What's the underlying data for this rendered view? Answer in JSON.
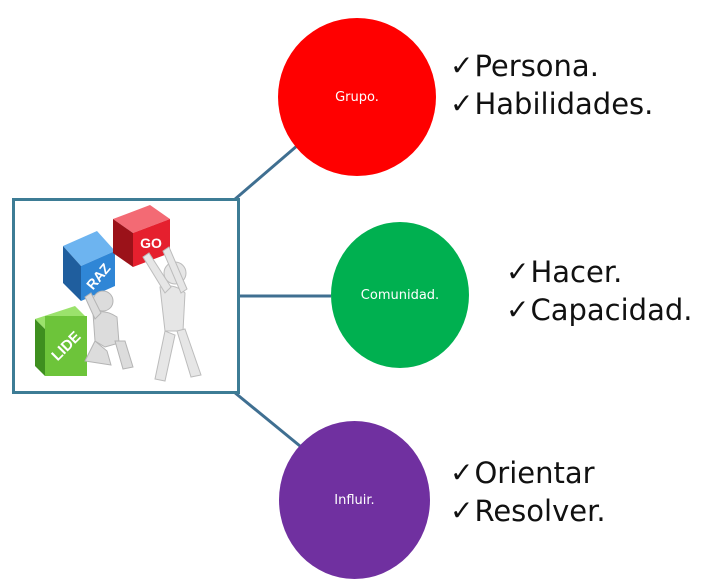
{
  "image": {
    "cubes": [
      {
        "label": "LIDE",
        "color": "#6dc43a"
      },
      {
        "label": "RAZ",
        "color": "#2f86d6"
      },
      {
        "label": "GO",
        "color": "#e5202e"
      }
    ]
  },
  "nodes": [
    {
      "label": "Grupo.",
      "color": "#ff0000",
      "items": [
        "Persona.",
        "Habilidades."
      ]
    },
    {
      "label": "Comunidad.",
      "color": "#00b050",
      "items": [
        "Hacer.",
        "Capacidad."
      ]
    },
    {
      "label": "Influir.",
      "color": "#7030a0",
      "items": [
        "Orientar",
        "Resolver."
      ]
    }
  ],
  "colors": {
    "connector": "#3f6f91",
    "frame": "#3d7c95"
  },
  "icons": {
    "bullet": "checkmark-icon"
  }
}
